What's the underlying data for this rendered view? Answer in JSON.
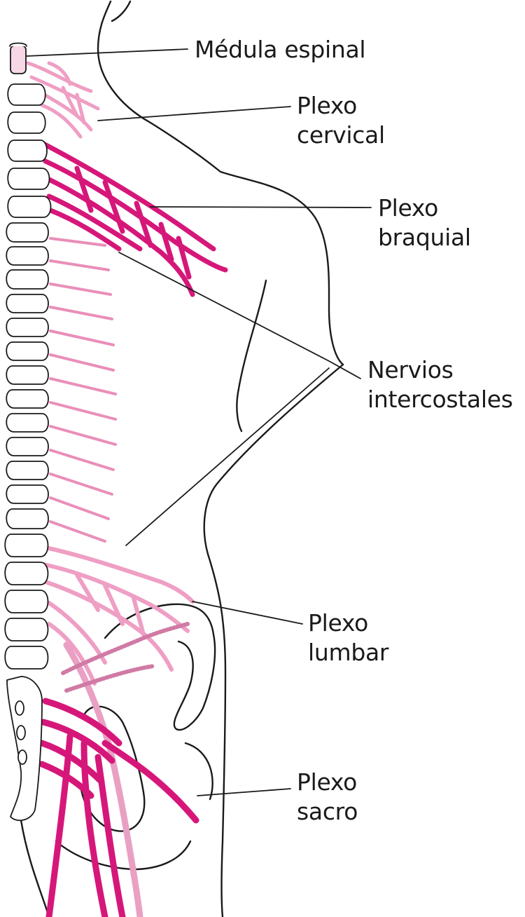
{
  "labels": {
    "medula": "Médula espinal",
    "cervical": [
      "Plexo",
      "cervical"
    ],
    "braquial": [
      "Plexo",
      "braquial"
    ],
    "intercostales": [
      "Nervios",
      "intercostales"
    ],
    "lumbar": [
      "Plexo",
      "lumbar"
    ],
    "sacro": [
      "Plexo",
      "sacro"
    ]
  },
  "colors": {
    "outline": "#1a1a1a",
    "nerve_dark": "#d6177a",
    "nerve_light": "#f2a9cb",
    "bone": "#ffffff",
    "text": "#1a1a1a"
  }
}
